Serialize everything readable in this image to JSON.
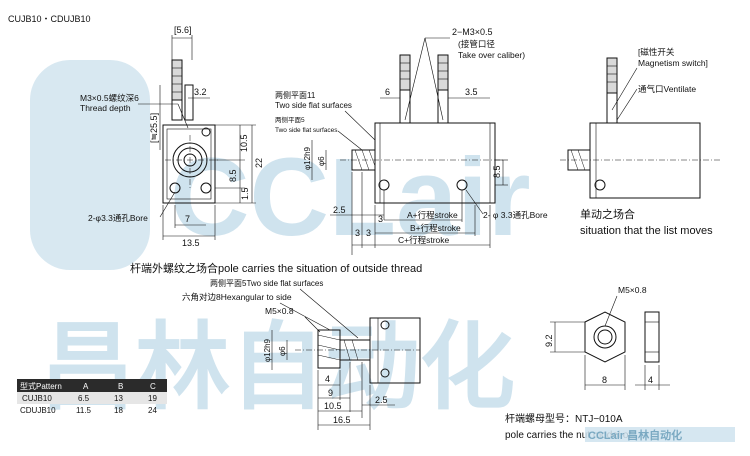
{
  "title": "CUJB10・CDUJB10",
  "watermark": {
    "brand": "CCLair",
    "cn": "昌林自动化"
  },
  "top_left": {
    "dim_5_6": "[5.6]",
    "dim_3_2": "3.2",
    "dim_25_5": "[≒25.5]",
    "thread_cn": "M3×0.5螺纹深6",
    "thread_en": "Thread depth",
    "dim_10_5": "10.5",
    "dim_22": "22",
    "dim_8_5": "8.5",
    "dim_1_5": "1.5",
    "dim_7": "7",
    "dim_13_5": "13.5",
    "bore": "2-φ3.3通孔Bore"
  },
  "top_mid": {
    "port_size": "2−M3×0.5",
    "port_cn": "(接管口径",
    "port_en": "Take over caliber)",
    "dim_6": "6",
    "dim_3_5": "3.5",
    "flat_cn": "两侧平面11",
    "flat_en": "Two side flat surfaces",
    "flat5_cn": "两侧平面5",
    "flat5_en": "Two side flat surfaces",
    "dim_phi12h9": "φ12h9",
    "dim_phi6": "φ6",
    "dim_8_5": "8.5",
    "dim_2_5": "2.5",
    "dim_3": "3",
    "dim_a": "A+行程stroke",
    "dim_b": "B+行程stroke",
    "dim_c": "C+行程stroke",
    "dim_3a": "3",
    "dim_3b": "3",
    "bore": "2- φ 3.3通孔Bore"
  },
  "top_right": {
    "switch_cn": "[磁性开关",
    "switch_en": "Magnetism switch]",
    "vent": "通气口Ventilate",
    "single_cn": "单动之场合",
    "single_en": "situation that the list moves"
  },
  "caption_outside": "杆端外螺纹之场合pole carries the situation of outside thread",
  "bottom_mid": {
    "flat_label": "两侧平面5Two side flat surfaces",
    "hex_label": "六角对边8Hexangular to side",
    "thread": "M5×0.8",
    "dim_phi12h9": "φ12h9",
    "dim_phi6": "φ6",
    "dim_4": "4",
    "dim_9": "9",
    "dim_10_5": "10.5",
    "dim_16_5": "16.5",
    "dim_2_5": "2.5"
  },
  "bottom_right": {
    "thread": "M5×0.8",
    "dim_9_2": "9.2",
    "dim_8": "8",
    "dim_4": "4",
    "nut_cn": "杆端螺母型号：NTJ−010A",
    "nut_en": "pole carries the nut model of",
    "credit": "CCLair 昌林自动化"
  },
  "table": {
    "headers": [
      "型式Pattern",
      "A",
      "B",
      "C"
    ],
    "rows": [
      [
        "CUJB10",
        "6.5",
        "13",
        "19"
      ],
      [
        "CDUJB10",
        "11.5",
        "18",
        "24"
      ]
    ]
  }
}
